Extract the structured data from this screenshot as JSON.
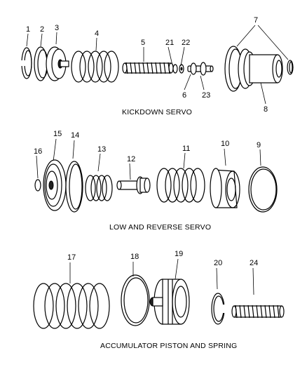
{
  "sections": [
    {
      "id": "kickdown",
      "caption": "KICKDOWN SERVO",
      "callouts": [
        "1",
        "2",
        "3",
        "4",
        "5",
        "21",
        "22",
        "6",
        "23",
        "7",
        "8"
      ]
    },
    {
      "id": "low_reverse",
      "caption": "LOW AND REVERSE SERVO",
      "callouts": [
        "15",
        "14",
        "16",
        "13",
        "12",
        "11",
        "10",
        "9"
      ]
    },
    {
      "id": "accumulator",
      "caption": "ACCUMULATOR PISTON AND SPRING",
      "callouts": [
        "17",
        "18",
        "19",
        "20",
        "24"
      ]
    }
  ],
  "labels": {
    "c1": "1",
    "c2": "2",
    "c3": "3",
    "c4": "4",
    "c5": "5",
    "c6": "6",
    "c7": "7",
    "c8": "8",
    "c9": "9",
    "c10": "10",
    "c11": "11",
    "c12": "12",
    "c13": "13",
    "c14": "14",
    "c15": "15",
    "c16": "16",
    "c17": "17",
    "c18": "18",
    "c19": "19",
    "c20": "20",
    "c21": "21",
    "c22": "22",
    "c23": "23",
    "c24": "24"
  },
  "captions": {
    "kickdown": "KICKDOWN SERVO",
    "low_reverse": "LOW AND REVERSE SERVO",
    "accumulator": "ACCUMULATOR PISTON AND SPRING"
  }
}
